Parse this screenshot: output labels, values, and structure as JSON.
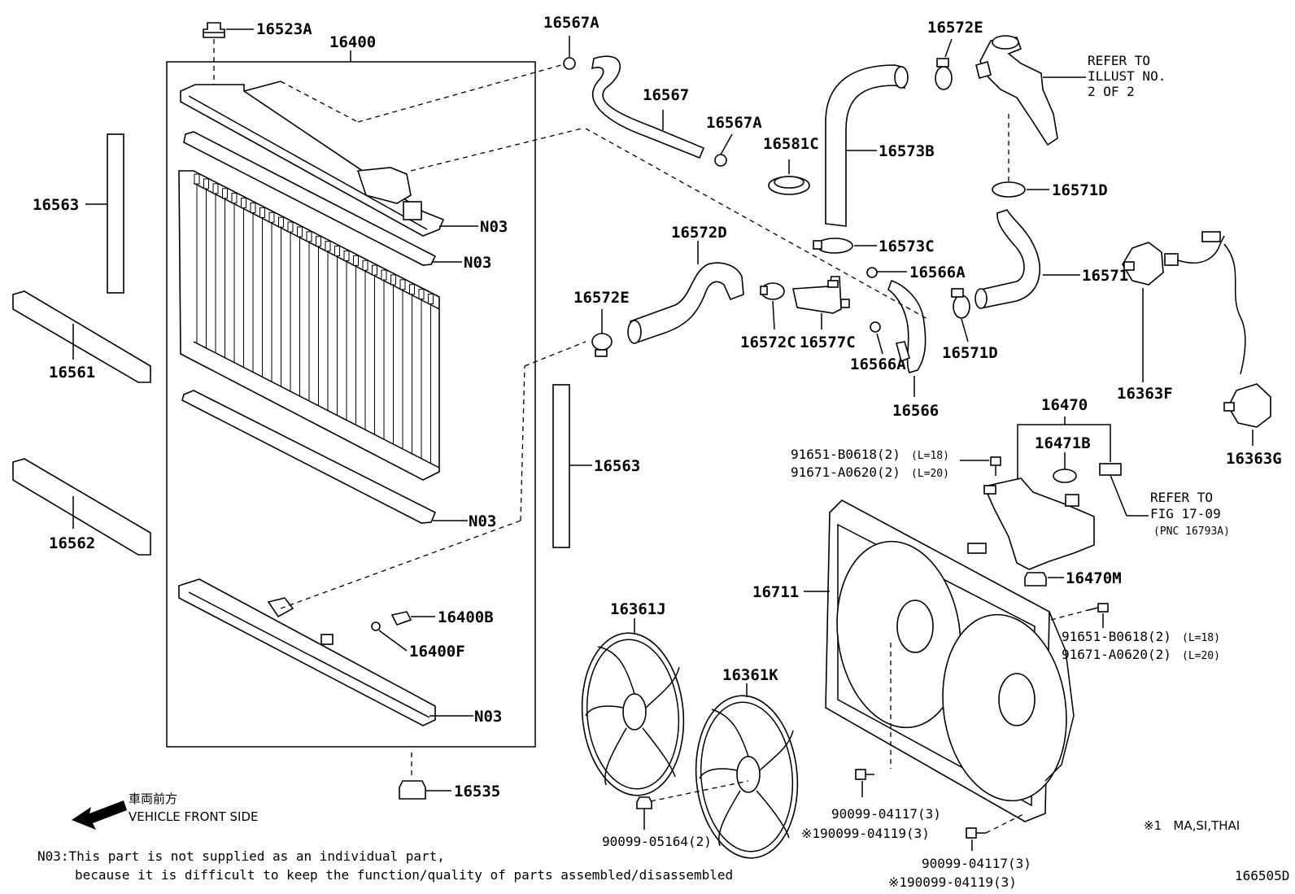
{
  "labels": {
    "p16523A": "16523A",
    "p16400": "16400",
    "p16567A_top": "16567A",
    "p16567": "16567",
    "p16567A_mid": "16567A",
    "p16572E_top": "16572E",
    "p16581C": "16581C",
    "p16573B": "16573B",
    "p16571D_top": "16571D",
    "p16563_left": "16563",
    "p16561": "16561",
    "p16562": "16562",
    "n03_1": "N03",
    "n03_2": "N03",
    "n03_3": "N03",
    "n03_4": "N03",
    "p16572D": "16572D",
    "p16573C": "16573C",
    "p16566A_top": "16566A",
    "p16571C": "16571C",
    "p16572E_mid": "16572E",
    "p16572C": "16572C",
    "p16577C": "16577C",
    "p16566A_bot": "16566A",
    "p16571D_bot": "16571D",
    "p16566": "16566",
    "p16363F": "16363F",
    "p16363G": "16363G",
    "p16470": "16470",
    "p16471B": "16471B",
    "p16563_right": "16563",
    "p16470M": "16470M",
    "p16711": "16711",
    "p16400B": "16400B",
    "p16400F": "16400F",
    "p16361J": "16361J",
    "p16361K": "16361K",
    "p16535": "16535",
    "bolt_a1": "91651-B0618(2)",
    "bolt_a1_len": "(L=18)",
    "bolt_a2": "91671-A0620(2)",
    "bolt_a2_len": "(L=20)",
    "bolt_b1": "91651-B0618(2)",
    "bolt_b1_len": "(L=18)",
    "bolt_b2": "91671-A0620(2)",
    "bolt_b2_len": "(L=20)",
    "p90099_05164": "90099-05164(2)",
    "p90099_04117_a": "90099-04117(3)",
    "p90099_04119_a": "※190099-04119(3)",
    "p90099_04117_b": "90099-04117(3)",
    "p90099_04119_b": "※190099-04119(3)"
  },
  "refer_illust": [
    "REFER TO",
    "ILLUST NO.",
    "2 OF 2"
  ],
  "refer_fig": [
    "REFER TO",
    "FIG 17-09",
    "(PNC 16793A)"
  ],
  "front": {
    "jp": "車両前方",
    "en": "VEHICLE FRONT SIDE"
  },
  "region_note": "※1   MA,SI,THAI",
  "n03_note": {
    "line1": "N03:This part is not supplied as an individual part,",
    "line2": "because it is difficult to keep the function/quality of parts assembled/disassembled"
  },
  "figure_id": "166505D"
}
